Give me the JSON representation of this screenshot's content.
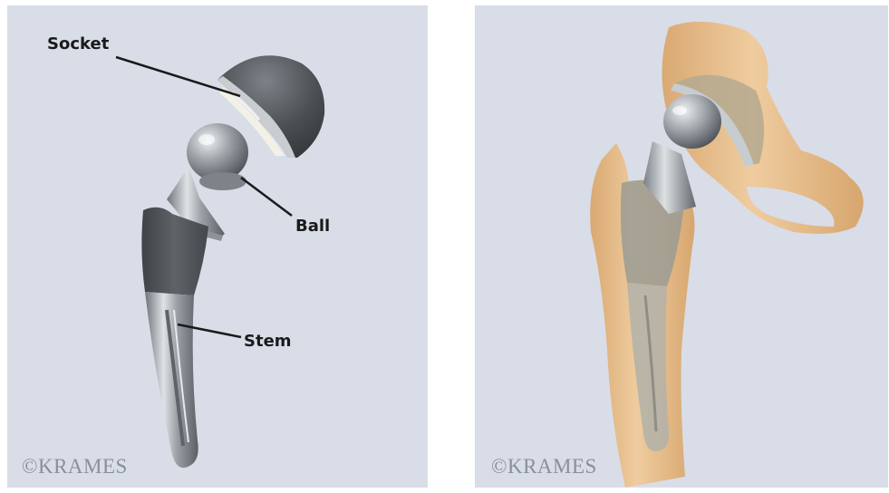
{
  "left_panel": {
    "labels": {
      "socket": "Socket",
      "ball": "Ball",
      "stem": "Stem"
    },
    "copyright": "©KRAMES"
  },
  "right_panel": {
    "copyright": "©KRAMES"
  },
  "colors": {
    "background": "#d9dde8",
    "bone": "#e7bf8d",
    "metal_dark": "#4d5256",
    "metal_light": "#c7ccd0",
    "liner": "#f3f1e6",
    "leader_line": "#1a1a1a"
  }
}
